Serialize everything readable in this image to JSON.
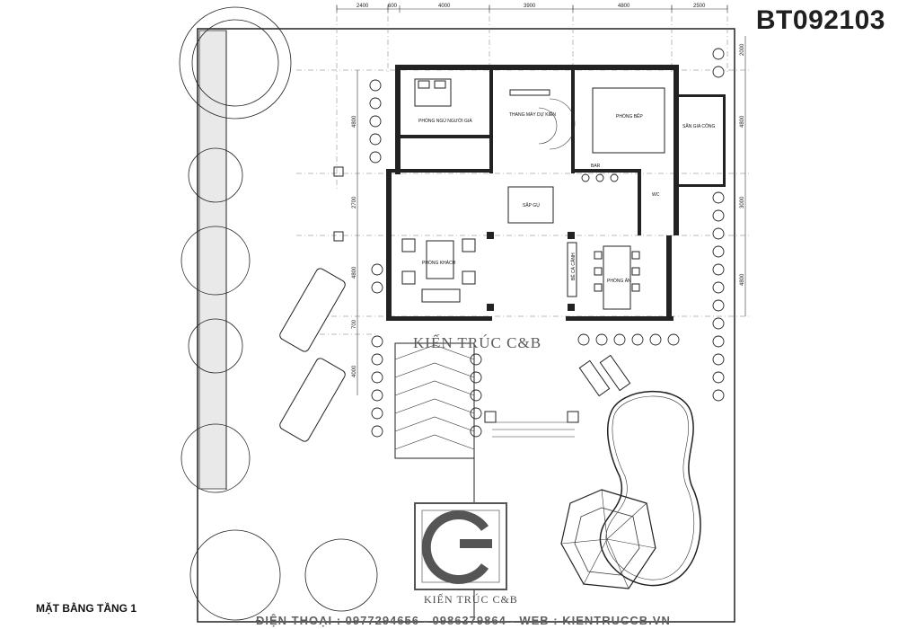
{
  "project_code": "BT092103",
  "drawing_title": "MẶT BẰNG TẦNG 1",
  "watermark_brand": "KIẾN TRÚC C&B",
  "logo_text": "KIẾN TRÚC C&B",
  "contact_line": "ĐIỆN THOẠI : 0977294656 - 0986379864 - WEB : KIENTRUCCB.VN",
  "top_dimensions": [
    "2400",
    "600",
    "4000",
    "3900",
    "4800",
    "2500"
  ],
  "right_dimensions": [
    "2000",
    "4800",
    "3000",
    "4800"
  ],
  "left_dimensions": [
    "4800",
    "2700",
    "4800",
    "700",
    "4000"
  ],
  "rooms": {
    "elderly_bedroom": "PHÒNG NGỦ NGƯỜI GIÀ",
    "stair": "THANG MÁY DỰ KIẾN",
    "kitchen": "PHÒNG BẾP",
    "storage": "SÂN GIA CÔNG",
    "bar": "BAR",
    "living": "PHÒNG KHÁCH",
    "altar": "SẬP GỤ",
    "display": "BỂ CÁ CẢNH",
    "dining": "PHÒNG ĂN",
    "wc": "WC"
  }
}
